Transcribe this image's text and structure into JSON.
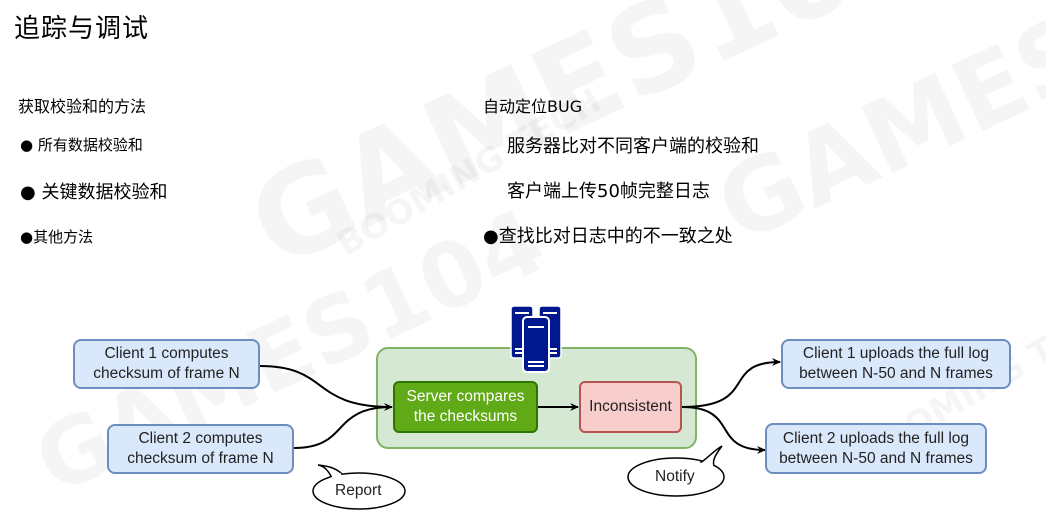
{
  "slide": {
    "title": "追踪与调试",
    "left_column": {
      "heading": "获取校验和的方法",
      "items": [
        {
          "bullet": "●",
          "text": "所有数据校验和"
        },
        {
          "bullet": "●",
          "text": "关键数据校验和"
        },
        {
          "bullet": "●",
          "text": "其他方法"
        }
      ]
    },
    "right_column": {
      "heading": "自动定位BUG",
      "sub_items": [
        {
          "text": "服务器比对不同客户端的校验和"
        },
        {
          "text": "客户端上传50帧完整日志"
        }
      ],
      "bullet_item": {
        "bullet": "●",
        "text": "查找比对日志中的不一致之处"
      }
    },
    "diagram": {
      "client1_compute": [
        "Client 1 computes",
        "checksum of frame N"
      ],
      "client2_compute": [
        "Client 2 computes",
        "checksum of frame N"
      ],
      "server_compare": [
        "Server compares",
        "the checksums"
      ],
      "inconsistent": "Inconsistent",
      "client1_upload": [
        "Client 1 uploads the full log",
        "between N-50 and N frames"
      ],
      "client2_upload": [
        "Client 2 uploads the full log",
        "between N-50 and N frames"
      ],
      "report_bubble": "Report",
      "notify_bubble": "Notify",
      "server_icon": "server-rack-icon"
    },
    "watermark": [
      "GAMES104",
      "BOOMING TECH"
    ],
    "colors": {
      "client_fill": "#dae8fc",
      "client_border": "#6c8ebf",
      "server_area_fill": "#d5e8d4",
      "server_area_border": "#82b366",
      "compare_fill": "#60a917",
      "inconsistent_fill": "#f8cecc",
      "server_icon": "#00188d"
    }
  }
}
